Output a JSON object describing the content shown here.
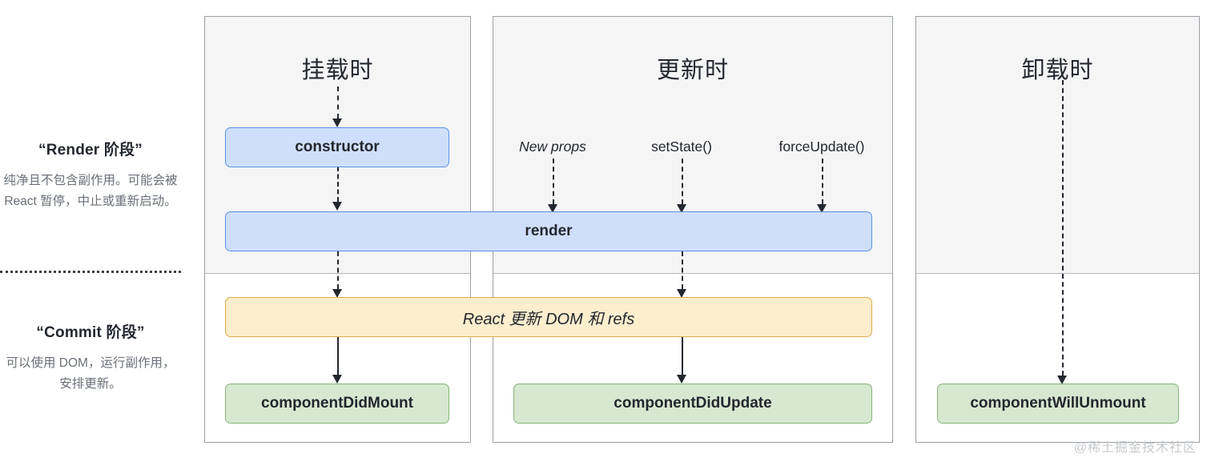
{
  "legend": {
    "render_phase": {
      "title": "“Render 阶段”",
      "desc": "纯净且不包含副作用。可能会被 React 暂停，中止或重新启动。"
    },
    "commit_phase": {
      "title": "“Commit 阶段”",
      "desc": "可以使用 DOM，运行副作用，安排更新。"
    }
  },
  "columns": [
    {
      "id": "mounting",
      "title": "挂载时"
    },
    {
      "id": "updating",
      "title": "更新时"
    },
    {
      "id": "unmounting",
      "title": "卸载时"
    }
  ],
  "triggers": [
    {
      "label": "New props",
      "style": "italic"
    },
    {
      "label": "setState()",
      "style": "normal"
    },
    {
      "label": "forceUpdate()",
      "style": "normal"
    }
  ],
  "nodes": {
    "constructor": "constructor",
    "render": "render",
    "commit_dom": "React 更新 DOM 和 refs",
    "componentDidMount": "componentDidMount",
    "componentDidUpdate": "componentDidUpdate",
    "componentWillUnmount": "componentWillUnmount"
  },
  "watermark": "@稀土掘金技术社区",
  "colors": {
    "blue_fill": "#cfdffb",
    "blue_border": "#5b90e8",
    "green_fill": "#d6e8d0",
    "green_border": "#85b379",
    "yellow_fill": "#fdeecd",
    "yellow_border": "#e0ab4a",
    "panel_border": "#9aa0a6",
    "render_bg": "#f5f5f5",
    "text": "#23272f",
    "muted_text": "#6b7079",
    "watermark": "#c8cace"
  }
}
